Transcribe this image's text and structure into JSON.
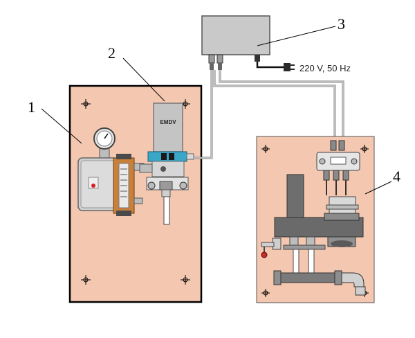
{
  "labels": {
    "callout_1": "1",
    "callout_2": "2",
    "callout_3": "3",
    "callout_4": "4"
  },
  "device": {
    "name": "EMDV"
  },
  "power": {
    "supply": "220 V, 50 Hz"
  },
  "colors": {
    "panel_fill": "#f4c7b0",
    "panel_border": "#000000",
    "device_grey": "#c8c8c8",
    "dark_grey": "#6e6e6e",
    "sensor_blue": "#3aa6c8",
    "brass": "#c8803a"
  }
}
